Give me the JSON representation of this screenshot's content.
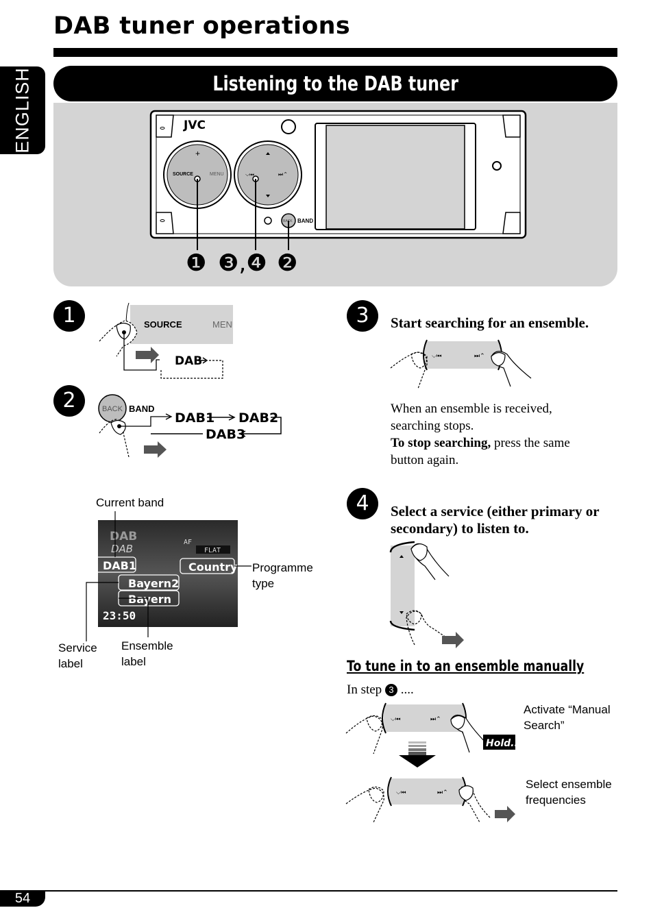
{
  "header": {
    "title": "DAB tuner operations"
  },
  "side_tab": {
    "label": "ENGLISH"
  },
  "section": {
    "title": "Listening to the DAB tuner"
  },
  "device": {
    "brand": "JVC",
    "source_label": "SOURCE",
    "menu_label": "MENU",
    "plus_symbol": "+",
    "back_label": "BACK",
    "band_label": "BAND",
    "callouts": [
      "❶",
      "❸,❹",
      "❷"
    ]
  },
  "step1": {
    "number": "1",
    "source_label": "SOURCE",
    "menu_label": "MENU",
    "result": "DAB"
  },
  "step2": {
    "number": "2",
    "back_label": "BACK",
    "band_label": "BAND",
    "bands": [
      "DAB1",
      "DAB2",
      "DAB3"
    ]
  },
  "display": {
    "current_band_label": "Current band",
    "programme_type_label": "Programme type",
    "service_label": "Service label",
    "ensemble_label": "Ensemble label",
    "logo_top": "DAB",
    "logo_bottom": "DAB",
    "af": "AF",
    "eq": "FLAT",
    "band": "DAB1",
    "pty": "Country",
    "service": "Bayern2",
    "ensemble": "Bayern",
    "clock": "23:50"
  },
  "step3": {
    "number": "3",
    "heading": "Start searching for an ensemble.",
    "line1": "When an ensemble is received,",
    "line2": "searching stops.",
    "stop_bold": "To stop searching,",
    "stop_rest": " press the same",
    "line4": "button again."
  },
  "step4": {
    "number": "4",
    "heading_line1": "Select a service (either primary or",
    "heading_line2": "secondary) to listen to."
  },
  "manual": {
    "heading": "To tune in to an ensemble manually",
    "in_step_prefix": "In step ",
    "in_step_num": "3",
    "in_step_suffix": " ....",
    "activate_line1": "Activate “Manual",
    "activate_line2": "Search”",
    "hold": "Hold....",
    "select_line1": "Select ensemble",
    "select_line2": "frequencies"
  },
  "footer": {
    "page_number": "54"
  }
}
